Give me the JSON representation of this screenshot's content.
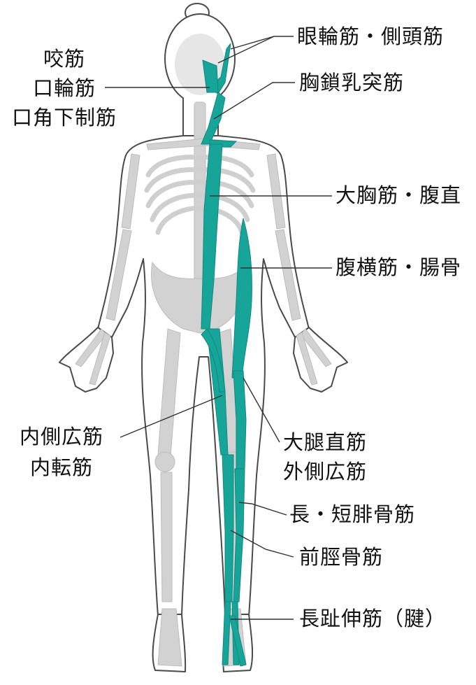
{
  "colors": {
    "muscle": "#17a59a",
    "bone": "#d2d2d2",
    "body_fill": "#ffffff",
    "outline": "#4a4a4a",
    "leader": "#333333"
  },
  "labels": {
    "eye_temporal": "眼輪筋・側頭筋",
    "masseter_lines": [
      "咬筋",
      "口輪筋",
      "口角下制筋"
    ],
    "sternocleido": "胸鎖乳突筋",
    "pectoralis_rectus": "大胸筋・腹直",
    "transversus_ilio": "腹横筋・腸骨",
    "vastus_medialis_lines": [
      "内側広筋",
      "内転筋"
    ],
    "rectus_femoris_lines": [
      "大腿直筋",
      "外側広筋"
    ],
    "peroneus": "長・短腓骨筋",
    "tibialis": "前脛骨筋",
    "extensor_digitorum": "長趾伸筋（腱）"
  }
}
